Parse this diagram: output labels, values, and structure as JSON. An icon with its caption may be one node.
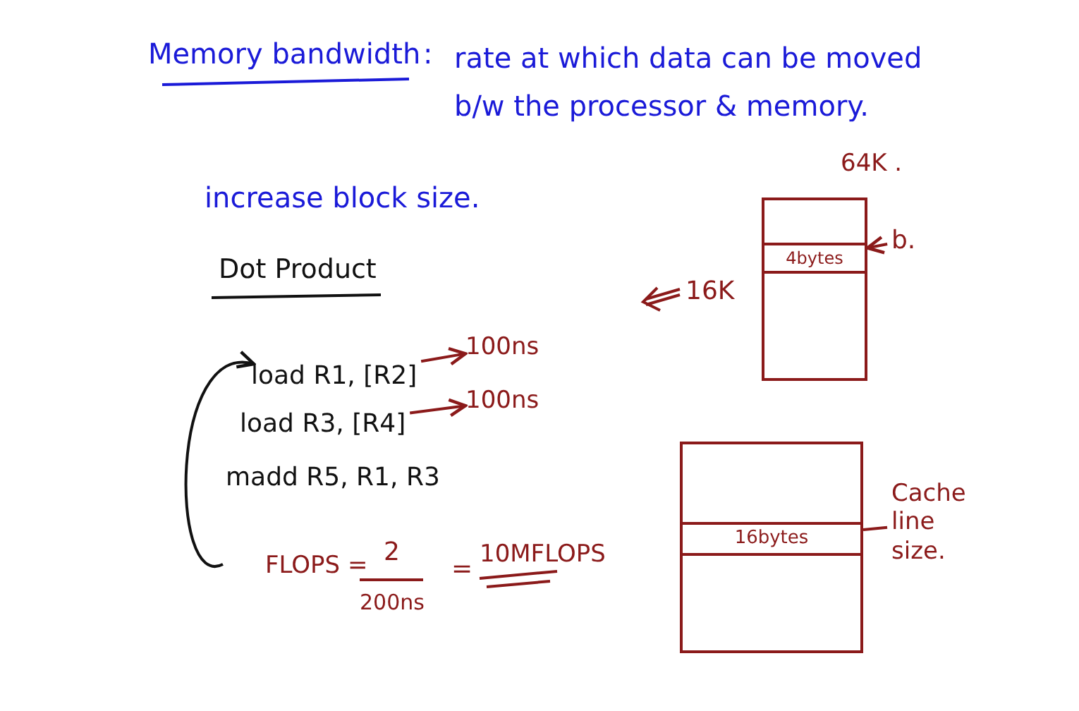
{
  "diagram": {
    "nodes": [
      {
        "text": [],
        "shape": "box",
        "beside": [
          "64K ."
        ]
      },
      {
        "text": [
          "4bytes"
        ],
        "in": 0
      },
      {
        "text": [
          "b."
        ]
      },
      {
        "text": [],
        "shape": "box"
      },
      {
        "text": [
          "16bytes"
        ],
        "in": 3
      },
      {
        "text": [
          "Cache line size."
        ]
      },
      {
        "text": [
          "load R1, [R2]"
        ]
      },
      {
        "text": [
          "100ns"
        ]
      },
      {
        "text": [
          "load R3, [R4]"
        ]
      },
      {
        "text": [
          "100ns"
        ]
      },
      {
        "text": [
          "madd R5, R1, R3"
        ]
      }
    ],
    "edges": [
      {
        "from": 2,
        "to": 1,
        "arrow": "to"
      },
      {
        "from": 5,
        "to": 4,
        "arrow": "none"
      },
      {
        "from": 6,
        "to": 7,
        "arrow": "to"
      },
      {
        "from": 8,
        "to": 9,
        "arrow": "to"
      },
      {
        "from": null,
        "to": 6,
        "arrow": "to",
        "color": "#111111"
      }
    ],
    "labels": [
      "Memory bandwidth",
      ":",
      "rate at which data can be moved b/w the processor & memory.",
      "increase block size.",
      "Dot Product",
      "16K",
      "FLOPS =",
      "2",
      "200ns",
      "=",
      "10MFLOPS"
    ]
  }
}
